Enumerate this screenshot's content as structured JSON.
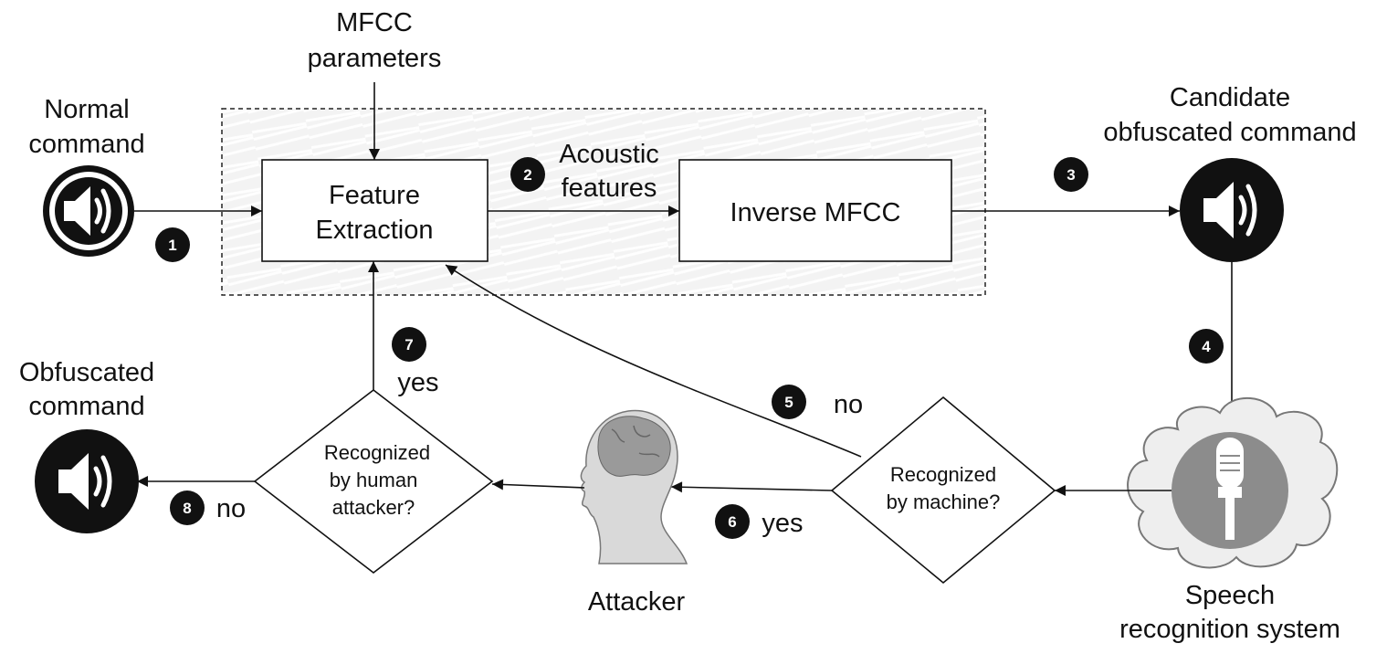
{
  "labels": {
    "mfcc_params_l1": "MFCC",
    "mfcc_params_l2": "parameters",
    "normal_cmd_l1": "Normal",
    "normal_cmd_l2": "command",
    "candidate_l1": "Candidate",
    "candidate_l2": "obfuscated command",
    "obfuscated_l1": "Obfuscated",
    "obfuscated_l2": "command",
    "acoustic_l1": "Acoustic",
    "acoustic_l2": "features",
    "attacker": "Attacker",
    "speech_l1": "Speech",
    "speech_l2": "recognition system"
  },
  "boxes": {
    "feature_l1": "Feature",
    "feature_l2": "Extraction",
    "inverse": "Inverse MFCC"
  },
  "decisions": {
    "machine_l1": "Recognized",
    "machine_l2": "by machine?",
    "human_l1": "Recognized",
    "human_l2": "by human",
    "human_l3": "attacker?"
  },
  "steps": {
    "s1": "1",
    "s2": "2",
    "s3": "3",
    "s4": "4",
    "s5": "5",
    "s6": "6",
    "s7": "7",
    "s8": "8"
  },
  "branch": {
    "s5": "no",
    "s6": "yes",
    "s7": "yes",
    "s8": "no"
  },
  "icons": {
    "speaker": "speaker-icon",
    "microphone": "microphone-icon",
    "cloud": "cloud-icon",
    "head": "human-head-icon"
  },
  "colors": {
    "stroke": "#111111",
    "badge": "#111111",
    "cloud_fill": "#eeeeee",
    "mic_disc": "#8c8c8c",
    "head_fill": "#d9d9d9",
    "brain_fill": "#9a9a9a",
    "shade": "#f2f2f2"
  }
}
